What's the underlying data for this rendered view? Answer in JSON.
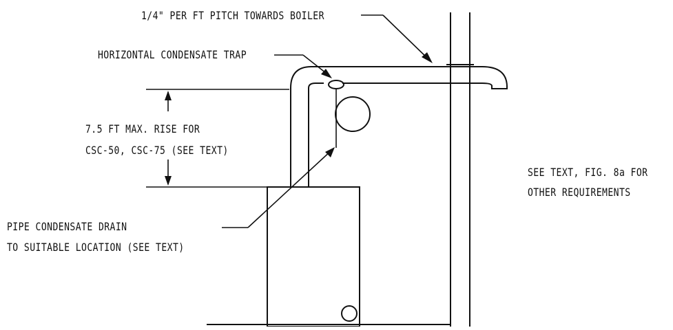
{
  "labels": {
    "pitch": "1/4\" PER FT PITCH TOWARDS BOILER",
    "trap": "HORIZONTAL CONDENSATE TRAP",
    "rise_line1": "7.5 FT MAX. RISE FOR",
    "rise_line2": "CSC-50, CSC-75 (SEE TEXT)",
    "see_text_line1": "SEE TEXT, FIG. 8a FOR",
    "see_text_line2": "OTHER REQUIREMENTS",
    "drain_line1": "PIPE CONDENSATE DRAIN",
    "drain_line2": "TO SUITABLE LOCATION (SEE TEXT)"
  }
}
